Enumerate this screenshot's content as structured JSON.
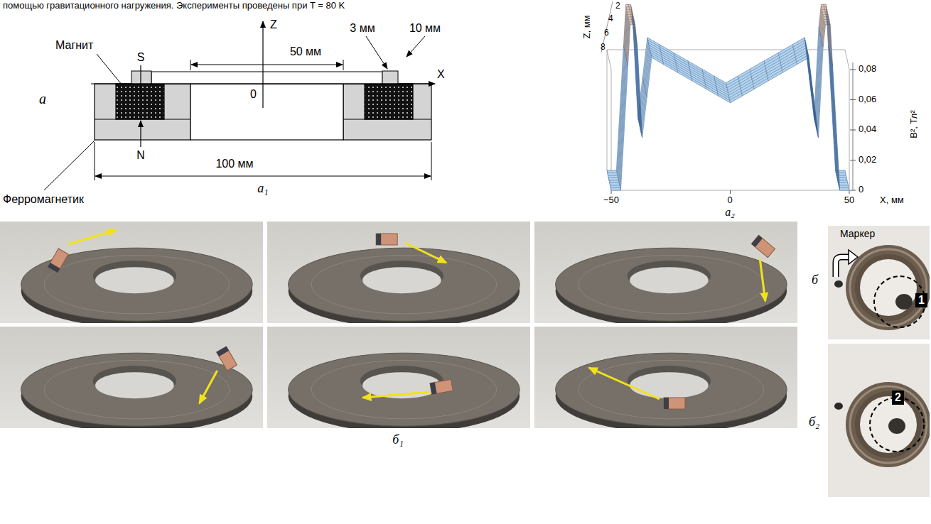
{
  "diagram": {
    "nodes": [
      {
        "text": [
          "1"
        ]
      },
      {
        "text": [
          "2"
        ]
      }
    ],
    "labels": [
      "помощью гравитационного нагружения. Эксперименты проведены при T = 80 K",
      "а",
      "Магнит",
      "S",
      "Z",
      "50 мм",
      "3 мм",
      "10 мм",
      "X",
      "0",
      "N",
      "100 мм",
      "а₁",
      "Ферромагнетик",
      "Z, мм",
      "2",
      "4",
      "6",
      "8",
      "0,08",
      "0,06",
      "0,04",
      "0,02",
      "0",
      "B², Тл²",
      "−50",
      "0",
      "50",
      "X, мм",
      "а₂",
      "б₁",
      "б",
      "б₂",
      "Маркер"
    ]
  }
}
